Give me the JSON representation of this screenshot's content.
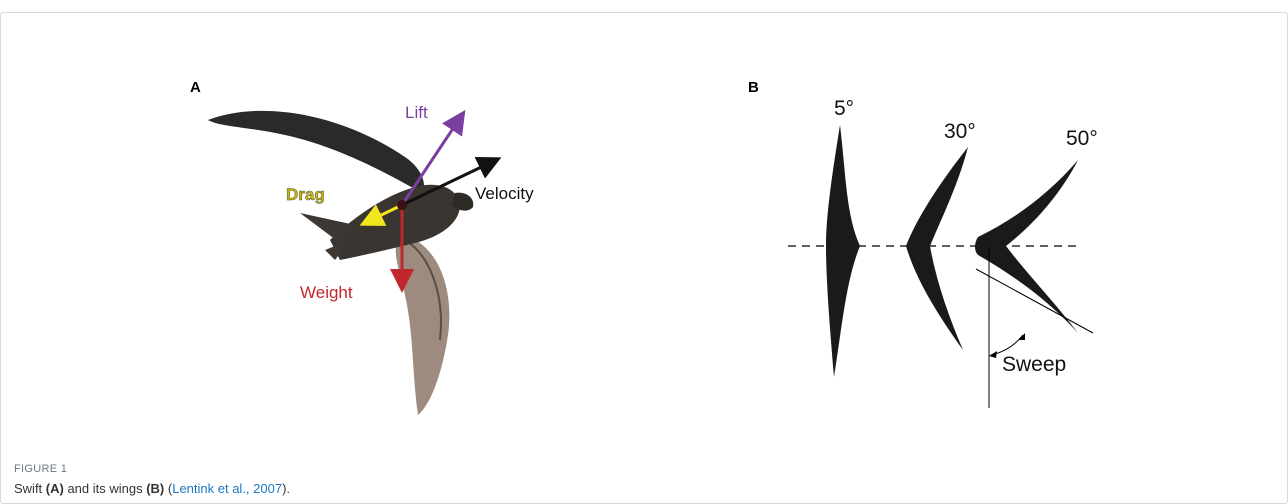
{
  "figure": {
    "label": "FIGURE 1",
    "caption": {
      "part1": "Swift ",
      "ref_a": "(A)",
      "part2": " and its wings ",
      "ref_b": "(B)",
      "part3": " (",
      "citation": "Lentink et al., 2007",
      "part4": ")."
    }
  },
  "panel_a": {
    "letter": "A",
    "forces": {
      "lift": "Lift",
      "velocity": "Velocity",
      "drag": "Drag",
      "weight": "Weight"
    },
    "colors": {
      "lift": "#7b3fa0",
      "velocity": "#111111",
      "drag": "#f2e61c",
      "drag_text": "#c9b800",
      "weight": "#c2272d"
    }
  },
  "panel_b": {
    "letter": "B",
    "angles": [
      "5°",
      "30°",
      "50°"
    ],
    "sweep_label": "Sweep"
  }
}
